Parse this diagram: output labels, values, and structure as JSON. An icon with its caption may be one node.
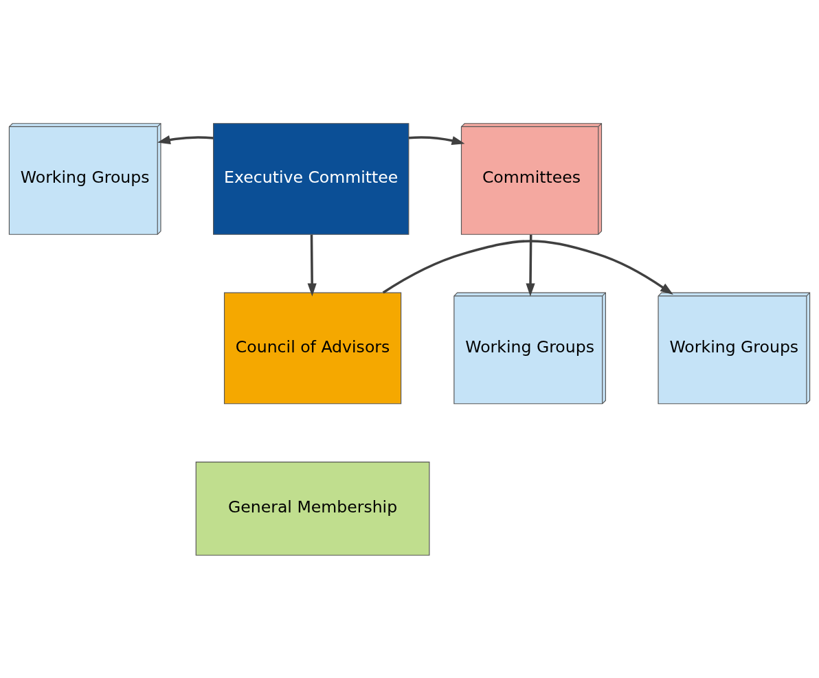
{
  "diagram": {
    "nodes": [
      {
        "text": [
          "Working Groups"
        ]
      },
      {
        "text": [
          "Executive Committee"
        ]
      },
      {
        "text": [
          "Committees"
        ]
      },
      {
        "text": [
          "Working Groups"
        ]
      },
      {
        "text": [
          "Council of Advisors"
        ]
      },
      {
        "text": [
          "Working Groups"
        ]
      },
      {
        "text": [
          "General Membership"
        ]
      }
    ],
    "edges": [
      {
        "from": 1,
        "to": 0,
        "arrow": "to"
      },
      {
        "from": 1,
        "to": 2,
        "arrow": "to"
      },
      {
        "from": 1,
        "to": 4,
        "arrow": "to"
      },
      {
        "from": 2,
        "to": 5,
        "arrow": "to"
      },
      {
        "from": 4,
        "to": 3,
        "arrow": "to"
      }
    ]
  }
}
